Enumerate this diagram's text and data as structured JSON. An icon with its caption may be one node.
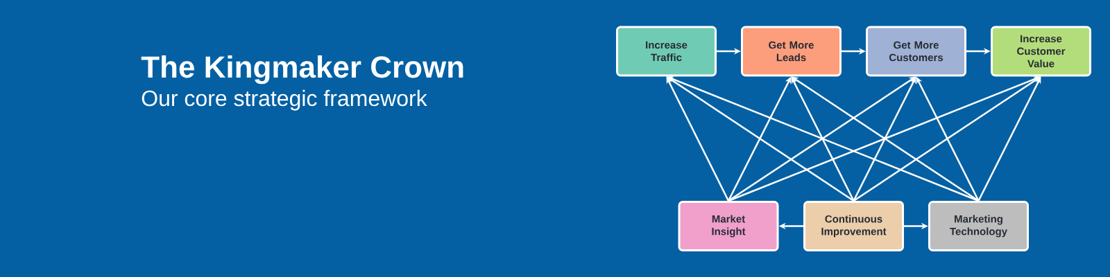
{
  "diagram": {
    "title": "The Kingmaker Crown",
    "nodes": [
      {
        "text": [
          "Increase Traffic"
        ]
      },
      {
        "text": [
          "Get More Leads"
        ]
      },
      {
        "text": [
          "Get More Customers"
        ]
      },
      {
        "text": [
          "Increase Customer Value"
        ]
      },
      {
        "text": [
          "Market Insight"
        ]
      },
      {
        "text": [
          "Continuous Improvement"
        ]
      },
      {
        "text": [
          "Marketing Technology"
        ]
      }
    ],
    "edges": [
      {
        "from": 0,
        "to": 1,
        "arrow": "to"
      },
      {
        "from": 1,
        "to": 2,
        "arrow": "to"
      },
      {
        "from": 2,
        "to": 3,
        "arrow": "to"
      },
      {
        "from": 5,
        "to": 4,
        "arrow": "to"
      },
      {
        "from": 5,
        "to": 6,
        "arrow": "to"
      },
      {
        "from": 4,
        "to": 0,
        "arrow": "to"
      },
      {
        "from": 4,
        "to": 1,
        "arrow": "to"
      },
      {
        "from": 4,
        "to": 2,
        "arrow": "to"
      },
      {
        "from": 4,
        "to": 3,
        "arrow": "to"
      },
      {
        "from": 5,
        "to": 0,
        "arrow": "to"
      },
      {
        "from": 5,
        "to": 1,
        "arrow": "to"
      },
      {
        "from": 5,
        "to": 2,
        "arrow": "to"
      },
      {
        "from": 5,
        "to": 3,
        "arrow": "to"
      },
      {
        "from": 6,
        "to": 0,
        "arrow": "to"
      },
      {
        "from": 6,
        "to": 1,
        "arrow": "to"
      },
      {
        "from": 6,
        "to": 2,
        "arrow": "to"
      },
      {
        "from": 6,
        "to": 3,
        "arrow": "to"
      }
    ],
    "labels": [
      "Our core strategic framework"
    ]
  }
}
